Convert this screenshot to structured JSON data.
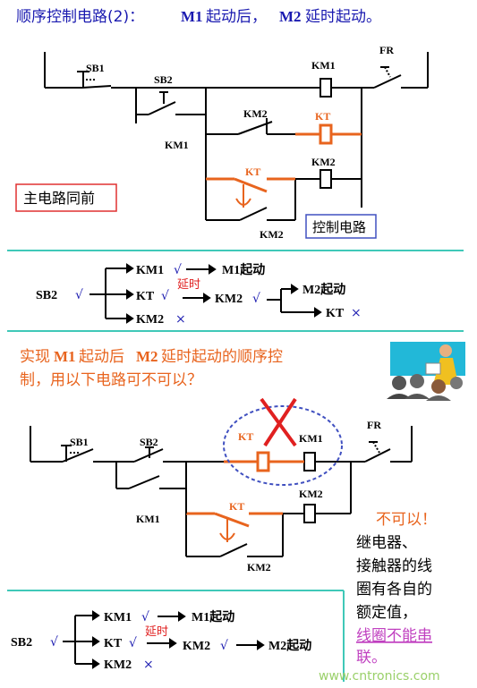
{
  "title": {
    "prefix": "顺序控制电路(2)：",
    "m1": "M1",
    "mid": "起动后，",
    "m2": "M2",
    "suffix": "延时起动。"
  },
  "labels": {
    "sb1": "SB1",
    "sb2": "SB2",
    "km1": "KM1",
    "km2": "KM2",
    "kt": "KT",
    "fr": "FR"
  },
  "boxes": {
    "main_same": "主电路同前",
    "control": "控制电路"
  },
  "seq": {
    "sb2": "SB2",
    "km1": "KM1",
    "kt": "KT",
    "km2": "KM2",
    "m1start": "M1起动",
    "m2start": "M2起动",
    "delay": "延时",
    "check": "√",
    "cross": "×"
  },
  "question": {
    "line1_a": "实现",
    "m1": "M1",
    "line1_b": "起动后",
    "m2": "M2",
    "line1_c": "延时起动的顺序控",
    "line2": "制，用以下电路可不可以？"
  },
  "answer": {
    "no": "不可以！",
    "l1": "继电器、",
    "l2": "接触器的线",
    "l3": "圈有各自的",
    "l4": "额定值，",
    "l5": "线圈不能串",
    "l6": "联。"
  },
  "watermark": "www.cntronics.com",
  "colors": {
    "blue": "#1a1ab0",
    "orange": "#e8641e",
    "red": "#e02020",
    "teal": "#3fc8b8",
    "magenta": "#c040c0"
  }
}
